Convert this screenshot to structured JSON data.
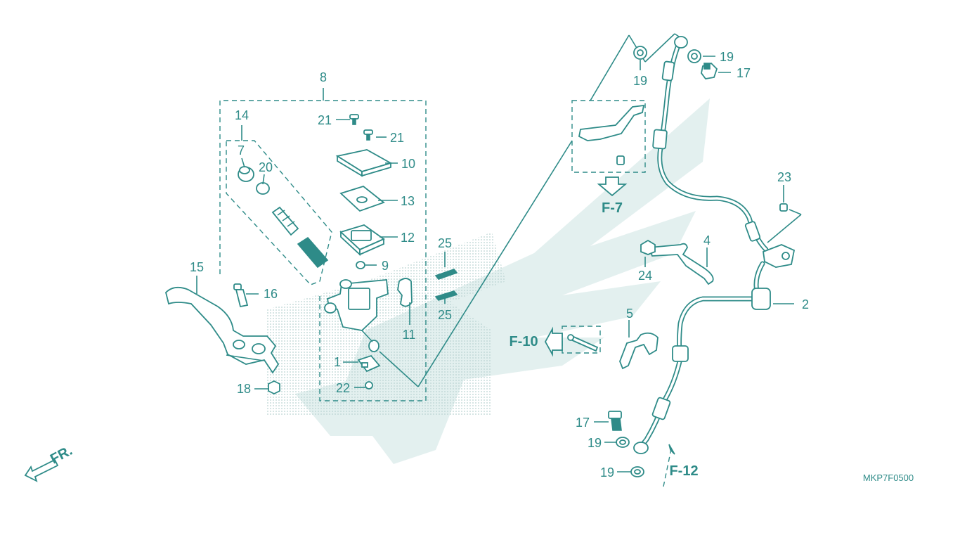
{
  "diagram": {
    "code": "MKP7F0500",
    "front_label": "FR.",
    "refs": {
      "f7": "F-7",
      "f10": "F-10",
      "f12": "F-12"
    },
    "callouts": {
      "c8": "8",
      "c14": "14",
      "c7": "7",
      "c20": "20",
      "c21a": "21",
      "c21b": "21",
      "c10": "10",
      "c13": "13",
      "c12": "12",
      "c9": "9",
      "c25a": "25",
      "c25b": "25",
      "c11": "11",
      "c15": "15",
      "c16": "16",
      "c18": "18",
      "c1": "1",
      "c22": "22",
      "c19a": "19",
      "c19b": "19",
      "c17a": "17",
      "c23": "23",
      "c4": "4",
      "c24": "24",
      "c2": "2",
      "c5": "5",
      "c17b": "17",
      "c19c": "19",
      "c19d": "19"
    },
    "colors": {
      "line": "#2e8b88",
      "watermark": "#e3f0ef"
    }
  }
}
